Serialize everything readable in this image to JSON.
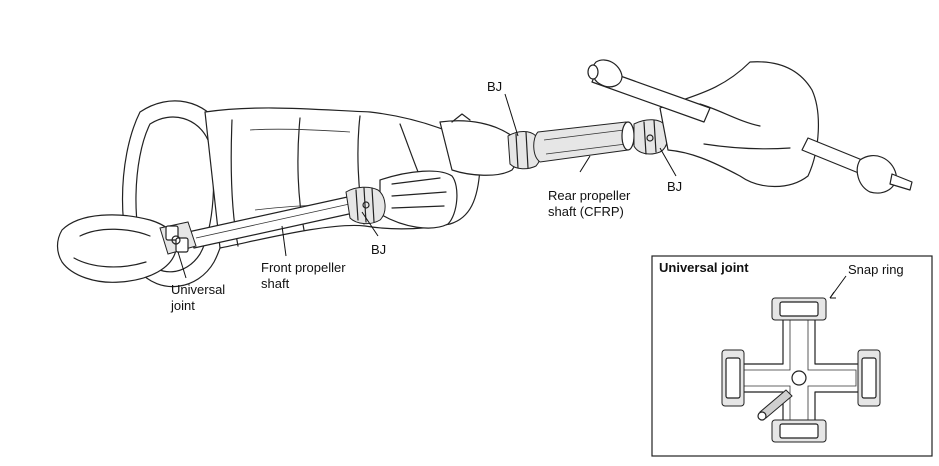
{
  "labels": {
    "bj_top": "BJ",
    "bj_right": "BJ",
    "bj_front": "BJ",
    "rear_shaft_line1": "Rear propeller",
    "rear_shaft_line2": "shaft (CFRP)",
    "front_shaft_line1": "Front propeller",
    "front_shaft_line2": "shaft",
    "universal_line1": "Universal",
    "universal_line2": "joint"
  },
  "inset": {
    "title": "Universal joint",
    "snap_ring": "Snap ring"
  }
}
